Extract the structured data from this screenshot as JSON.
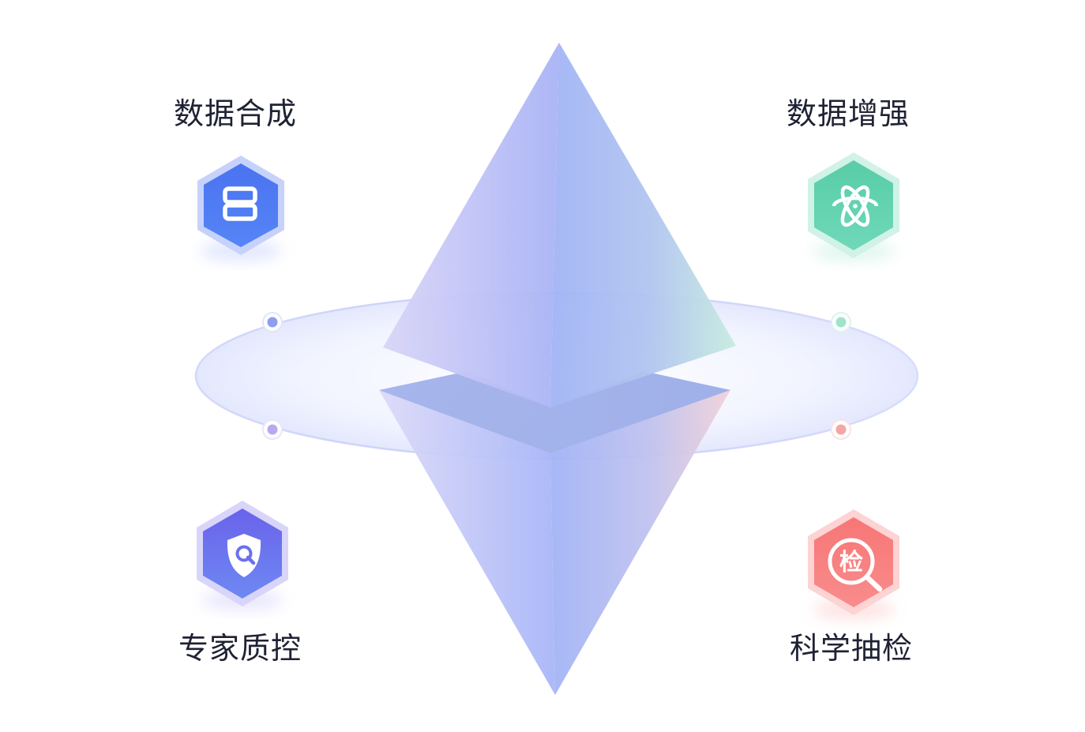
{
  "features": {
    "top_left": {
      "label": "数据合成",
      "icon": "server-icon",
      "color": "#4d7bf3"
    },
    "top_right": {
      "label": "数据增强",
      "icon": "atom-icon",
      "color": "#5fd0ad"
    },
    "bottom_left": {
      "label": "专家质控",
      "icon": "shield-q-icon",
      "color": "#6b72ef"
    },
    "bottom_right": {
      "label": "科学抽检",
      "icon": "inspect-magnifier-icon",
      "color": "#f77f7f",
      "icon_text": "检"
    }
  },
  "orbit_dot_colors": {
    "top_left": "#8f9cf2",
    "top_right": "#9fe3cc",
    "bottom_left": "#b7a9f2",
    "bottom_right": "#f6a5a5"
  }
}
